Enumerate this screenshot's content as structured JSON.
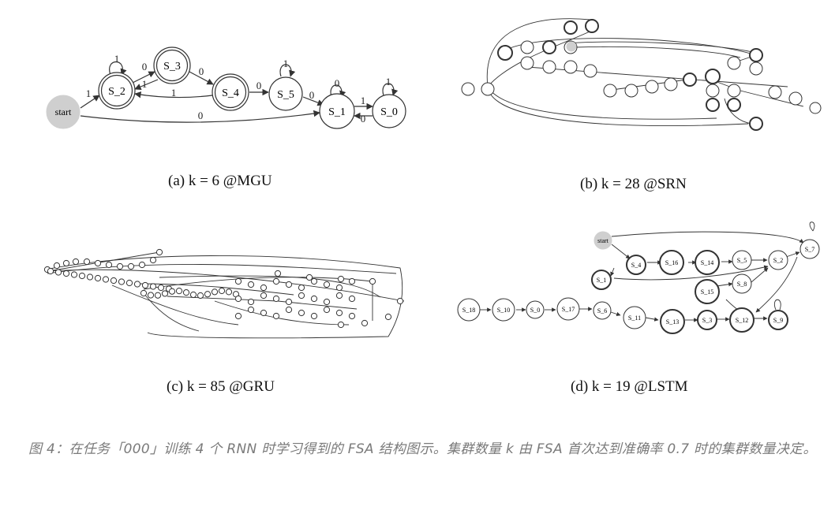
{
  "panels": {
    "a": {
      "caption": "(a) k = 6 @MGU",
      "nodes": [
        {
          "id": "start",
          "label": "start"
        },
        {
          "id": "S_2",
          "label": "S_2"
        },
        {
          "id": "S_3",
          "label": "S_3"
        },
        {
          "id": "S_4",
          "label": "S_4"
        },
        {
          "id": "S_5",
          "label": "S_5"
        },
        {
          "id": "S_1",
          "label": "S_1"
        },
        {
          "id": "S_0",
          "label": "S_0"
        }
      ],
      "edge_labels": [
        "1",
        "1",
        "0",
        "1",
        "0",
        "1",
        "0",
        "1",
        "0",
        "0",
        "0",
        "1",
        "0",
        "1"
      ]
    },
    "b": {
      "caption": "(b) k = 28 @SRN"
    },
    "c": {
      "caption": "(c) k = 85 @GRU"
    },
    "d": {
      "caption": "(d) k = 19 @LSTM",
      "nodes": [
        {
          "id": "start",
          "label": "start"
        },
        {
          "id": "S_4",
          "label": "S_4"
        },
        {
          "id": "S_16",
          "label": "S_16"
        },
        {
          "id": "S_14",
          "label": "S_14"
        },
        {
          "id": "S_5",
          "label": "S_5"
        },
        {
          "id": "S_2",
          "label": "S_2"
        },
        {
          "id": "S_7",
          "label": "S_7"
        },
        {
          "id": "S_1",
          "label": "S_1"
        },
        {
          "id": "S_8",
          "label": "S_8"
        },
        {
          "id": "S_15",
          "label": "S_15"
        },
        {
          "id": "S_18",
          "label": "S_18"
        },
        {
          "id": "S_10",
          "label": "S_10"
        },
        {
          "id": "S_0",
          "label": "S_0"
        },
        {
          "id": "S_17",
          "label": "S_17"
        },
        {
          "id": "S_6",
          "label": "S_6"
        },
        {
          "id": "S_11",
          "label": "S_11"
        },
        {
          "id": "S_13",
          "label": "S_13"
        },
        {
          "id": "S_3",
          "label": "S_3"
        },
        {
          "id": "S_12",
          "label": "S_12"
        },
        {
          "id": "S_9",
          "label": "S_9"
        }
      ]
    }
  },
  "figure_caption": "图 4：在任务「000」训练 4 个 RNN 时学习得到的 FSA 结构图示。集群数量 k 由 FSA 首次达到准确率 0.7 时的集群数量决定。"
}
